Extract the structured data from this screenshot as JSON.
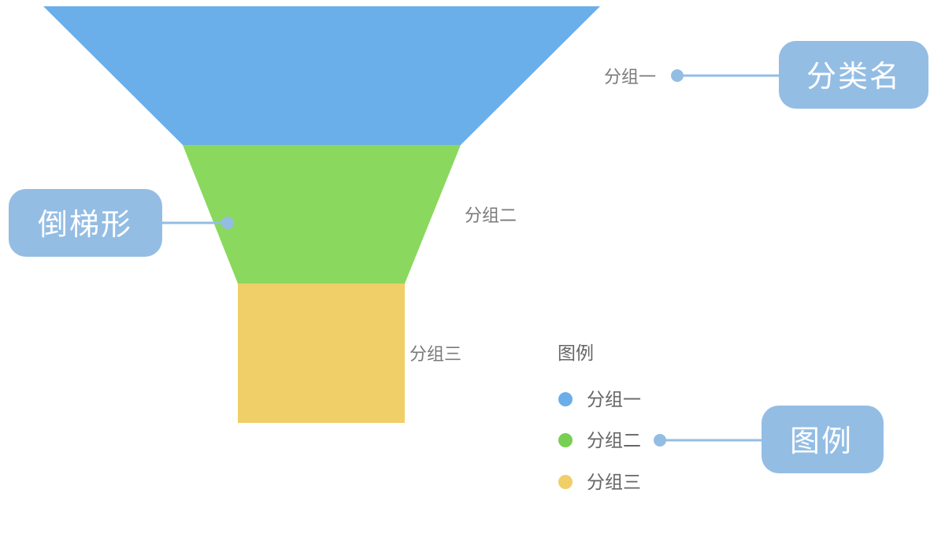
{
  "funnel": {
    "segments": [
      {
        "label": "分组一",
        "color": "#6aaeea"
      },
      {
        "label": "分组二",
        "color": "#8ad85e"
      },
      {
        "label": "分组三",
        "color": "#f0cf68"
      }
    ]
  },
  "legend": {
    "title": "图例",
    "items": [
      {
        "label": "分组一",
        "color": "#6aaeea"
      },
      {
        "label": "分组二",
        "color": "#78cf52"
      },
      {
        "label": "分组三",
        "color": "#f0cf68"
      }
    ]
  },
  "callouts": {
    "category_name": "分类名",
    "inverted_trapezoid": "倒梯形",
    "legend": "图例",
    "color": "#94bde4"
  }
}
